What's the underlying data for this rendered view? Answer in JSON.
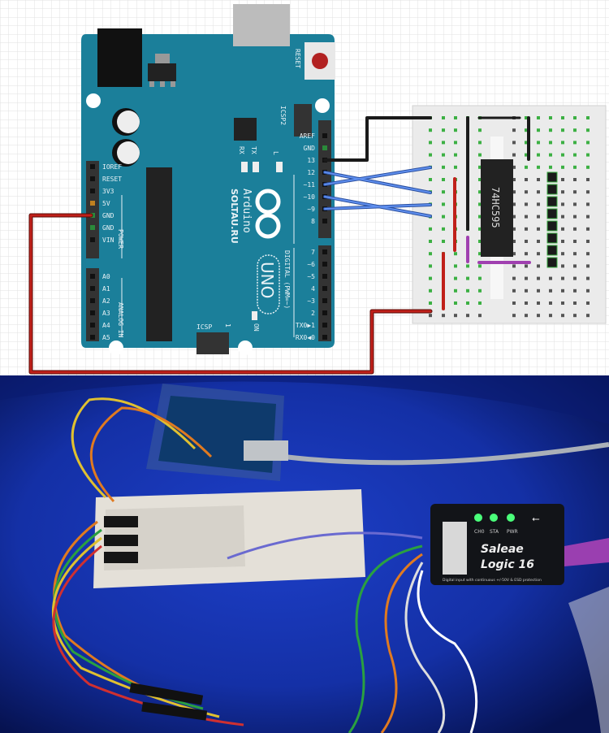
{
  "diagram": {
    "board": {
      "reset_label": "RESET",
      "icsp2_label": "ICSP2",
      "icsp_label": "ICSP",
      "icsp_pin1": "1",
      "rx_label": "RX",
      "tx_label": "TX",
      "l_label": "L",
      "on_label": "ON",
      "brand": "Arduino",
      "maker": "SOLTAU.RU",
      "model": "UNO",
      "power_label": "POWER",
      "analog_label": "ANALOG IN",
      "digital_label": "DIGITAL (PWM=~)",
      "power_pins": [
        "IOREF",
        "RESET",
        "3V3",
        "5V",
        "GND",
        "GND",
        "VIN"
      ],
      "analog_pins": [
        "A0",
        "A1",
        "A2",
        "A3",
        "A4",
        "A5"
      ],
      "digital_top_pins": [
        "AREF",
        "GND",
        "13",
        "12",
        "~11",
        "~10",
        "~9",
        "8"
      ],
      "digital_bottom_pins": [
        "7",
        "~6",
        "~5",
        "4",
        "~3",
        "2",
        "TX0▶1",
        "RX0◀0"
      ]
    },
    "chip_label": "74HC595",
    "colors": {
      "board": "#1b7f9a",
      "wire_red": "#c0201a",
      "wire_black": "#1a1a1a",
      "wire_blue": "#3f6fd0",
      "breadboard": "#ebebeb"
    }
  },
  "photo": {
    "analyzer": {
      "brand": "Saleae",
      "model": "Logic 16",
      "led_labels": [
        "CH0",
        "STA",
        "PWR"
      ],
      "caption": "Digital input with continuous +/-50V & ESD protection",
      "usb_icon": "usb-icon"
    }
  }
}
